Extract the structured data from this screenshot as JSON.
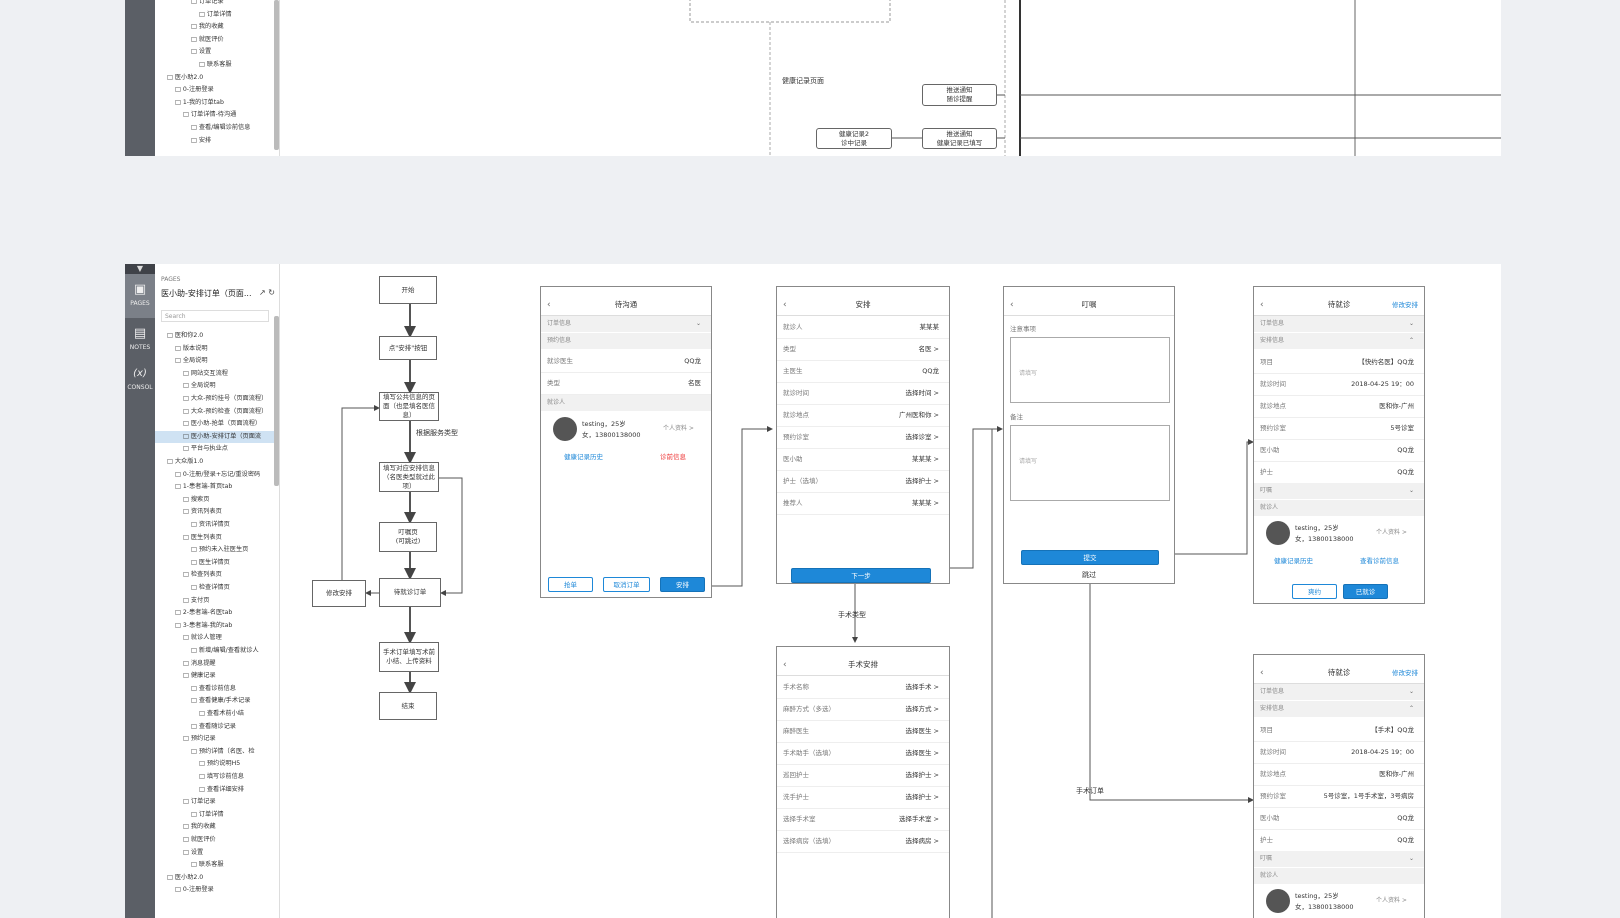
{
  "top_shot": {
    "tree_items": [
      {
        "label": "订单记录",
        "indent": 4
      },
      {
        "label": "订单详情",
        "indent": 5
      },
      {
        "label": "我的收藏",
        "indent": 4
      },
      {
        "label": "就医评价",
        "indent": 4
      },
      {
        "label": "设置",
        "indent": 4
      },
      {
        "label": "联系客服",
        "indent": 5
      },
      {
        "label": "医小助2.0",
        "indent": 1
      },
      {
        "label": "0-注册登录",
        "indent": 2
      },
      {
        "label": "1-我的订单tab",
        "indent": 2
      },
      {
        "label": "订单详情-待沟通",
        "indent": 3
      },
      {
        "label": "查看/编辑诊前信息",
        "indent": 4
      },
      {
        "label": "安排",
        "indent": 4
      }
    ],
    "canvas": {
      "page_label": "健康记录页面",
      "push1": "推送通知\n随诊提醒",
      "health2": "健康记录2\n诊中记录",
      "push2": "推送通知\n健康记录已填写"
    }
  },
  "rail": {
    "collapse_icon": "chevron-down-icon",
    "pages": "PAGES",
    "notes": "NOTES",
    "console": "CONSOL",
    "console_glyph": "(x)"
  },
  "tree": {
    "header": "PAGES",
    "title": "医小助-安排订单（页面...",
    "search_placeholder": "Search",
    "items": [
      {
        "label": "医和你2.0",
        "indent": 1,
        "sel": false
      },
      {
        "label": "版本说明",
        "indent": 2,
        "sel": false
      },
      {
        "label": "全局说明",
        "indent": 2,
        "sel": false
      },
      {
        "label": "网站交互流程",
        "indent": 3,
        "sel": false
      },
      {
        "label": "全局说明",
        "indent": 3,
        "sel": false
      },
      {
        "label": "大众-预约挂号（页面流程）",
        "indent": 3,
        "sel": false
      },
      {
        "label": "大众-预约检查（页面流程）",
        "indent": 3,
        "sel": false
      },
      {
        "label": "医小助-抢单（页面流程）",
        "indent": 3,
        "sel": false
      },
      {
        "label": "医小助-安排订单（页面流",
        "indent": 3,
        "sel": true
      },
      {
        "label": "平台与执业点",
        "indent": 3,
        "sel": false
      },
      {
        "label": "大众版1.0",
        "indent": 1,
        "sel": false
      },
      {
        "label": "0-注册/登录+忘记/重设密码",
        "indent": 2,
        "sel": false
      },
      {
        "label": "1-患者端-首页tab",
        "indent": 2,
        "sel": false
      },
      {
        "label": "搜索页",
        "indent": 3,
        "sel": false
      },
      {
        "label": "资讯列表页",
        "indent": 3,
        "sel": false
      },
      {
        "label": "资讯详情页",
        "indent": 4,
        "sel": false
      },
      {
        "label": "医生列表页",
        "indent": 3,
        "sel": false
      },
      {
        "label": "预约未入驻医生页",
        "indent": 4,
        "sel": false
      },
      {
        "label": "医生详情页",
        "indent": 4,
        "sel": false
      },
      {
        "label": "检查列表页",
        "indent": 3,
        "sel": false
      },
      {
        "label": "检查详情页",
        "indent": 4,
        "sel": false
      },
      {
        "label": "支付页",
        "indent": 3,
        "sel": false
      },
      {
        "label": "2-患者端-名医tab",
        "indent": 2,
        "sel": false
      },
      {
        "label": "3-患者端-我的tab",
        "indent": 2,
        "sel": false
      },
      {
        "label": "就诊人管理",
        "indent": 3,
        "sel": false
      },
      {
        "label": "新增/编辑/查看就诊人",
        "indent": 4,
        "sel": false
      },
      {
        "label": "消息提醒",
        "indent": 3,
        "sel": false
      },
      {
        "label": "健康记录",
        "indent": 3,
        "sel": false
      },
      {
        "label": "查看诊前信息",
        "indent": 4,
        "sel": false
      },
      {
        "label": "查看健康/手术记录",
        "indent": 4,
        "sel": false
      },
      {
        "label": "查看术前小结",
        "indent": 5,
        "sel": false
      },
      {
        "label": "查看随诊记录",
        "indent": 4,
        "sel": false
      },
      {
        "label": "预约记录",
        "indent": 3,
        "sel": false
      },
      {
        "label": "预约详情（名医、检",
        "indent": 4,
        "sel": false
      },
      {
        "label": "预约说明H5",
        "indent": 5,
        "sel": false
      },
      {
        "label": "填写诊前信息",
        "indent": 5,
        "sel": false
      },
      {
        "label": "查看详细安排",
        "indent": 5,
        "sel": false
      },
      {
        "label": "订单记录",
        "indent": 3,
        "sel": false
      },
      {
        "label": "订单详情",
        "indent": 4,
        "sel": false
      },
      {
        "label": "我的收藏",
        "indent": 3,
        "sel": false
      },
      {
        "label": "就医评价",
        "indent": 3,
        "sel": false
      },
      {
        "label": "设置",
        "indent": 3,
        "sel": false
      },
      {
        "label": "联系客服",
        "indent": 4,
        "sel": false
      },
      {
        "label": "医小助2.0",
        "indent": 1,
        "sel": false
      },
      {
        "label": "0-注册登录",
        "indent": 2,
        "sel": false
      }
    ]
  },
  "flow": {
    "start": "开始",
    "click_arrange": "点\"安排\"按钮",
    "fill_public": "填写公共信息的页面（也是填名医信息）",
    "by_service": "根据服务类型",
    "fill_specific": "填写对应安排信息（名医类型就过此项）",
    "advice_page": "叮嘱页\n(可跳过)",
    "waiting_order": "待就诊订单",
    "modify_arrange": "修改安排",
    "surgery_fill": "手术订单填写术前小结、上传资料",
    "end": "结束",
    "surgery_type": "手术类型",
    "surgery_order": "手术订单"
  },
  "phone_pending": {
    "title": "待沟通",
    "sec_order": "订单信息",
    "sec_appt": "预约信息",
    "rows": [
      {
        "k": "就诊医生",
        "v": "QQ龙"
      },
      {
        "k": "类型",
        "v": "名医"
      }
    ],
    "sec_patient": "就诊人",
    "patient_name": "testing，25岁",
    "patient_info": "女，13800138000",
    "patient_more": "个人资料 >",
    "link_history": "健康记录历史",
    "link_pre": "诊前信息",
    "btn_grab": "抢单",
    "btn_cancel": "取消订单",
    "btn_arrange": "安排"
  },
  "phone_arrange": {
    "title": "安排",
    "rows": [
      {
        "k": "就诊人",
        "v": "某某某"
      },
      {
        "k": "类型",
        "v": "名医 >"
      },
      {
        "k": "主医生",
        "v": "QQ龙"
      },
      {
        "k": "就诊时间",
        "v": "选择时间 >"
      },
      {
        "k": "就诊地点",
        "v": "广州医和你 >"
      },
      {
        "k": "预约诊室",
        "v": "选择诊室 >"
      },
      {
        "k": "医小助",
        "v": "某某某 >"
      },
      {
        "k": "护士（选填）",
        "v": "选择护士 >"
      },
      {
        "k": "推荐人",
        "v": "某某某 >"
      }
    ],
    "btn_next": "下一步"
  },
  "phone_advice": {
    "title": "叮嘱",
    "label_notes": "注意事项",
    "placeholder_notes": "请填写",
    "label_remark": "备注",
    "placeholder_remark": "请填写",
    "btn_submit": "提交",
    "skip": "跳过"
  },
  "phone_surgery": {
    "title": "手术安排",
    "rows": [
      {
        "k": "手术名称",
        "v": "选择手术 >"
      },
      {
        "k": "麻醉方式（多选）",
        "v": "选择方式 >"
      },
      {
        "k": "麻醉医生",
        "v": "选择医生 >"
      },
      {
        "k": "手术助手（选填）",
        "v": "选择医生 >"
      },
      {
        "k": "巡回护士",
        "v": "选择护士 >"
      },
      {
        "k": "洗手护士",
        "v": "选择护士 >"
      },
      {
        "k": "选择手术室",
        "v": "选择手术室 >"
      },
      {
        "k": "选择病房（选填）",
        "v": "选择病房 >"
      }
    ]
  },
  "phone_wait1": {
    "title": "待就诊",
    "action": "修改安排",
    "sec_order": "订单信息",
    "sec_arr": "安排信息",
    "rows": [
      {
        "k": "项目",
        "v": "【快约名医】QQ龙"
      },
      {
        "k": "就诊时间",
        "v": "2018-04-25 19：00"
      },
      {
        "k": "就诊地点",
        "v": "医和你-广州"
      },
      {
        "k": "预约诊室",
        "v": "5号诊室"
      },
      {
        "k": "医小助",
        "v": "QQ龙"
      },
      {
        "k": "护士",
        "v": "QQ龙"
      }
    ],
    "sec_advice": "叮嘱",
    "sec_patient": "就诊人",
    "patient_name": "testing，25岁",
    "patient_info": "女，13800138000",
    "patient_more": "个人资料 >",
    "link_history": "健康记录历史",
    "link_pre": "查看诊前信息",
    "btn_miss": "爽约",
    "btn_done": "已就诊"
  },
  "phone_wait2": {
    "title": "待就诊",
    "action": "修改安排",
    "sec_order": "订单信息",
    "sec_arr": "安排信息",
    "rows": [
      {
        "k": "项目",
        "v": "【手术】QQ龙"
      },
      {
        "k": "就诊时间",
        "v": "2018-04-25 19：00"
      },
      {
        "k": "就诊地点",
        "v": "医和你-广州"
      },
      {
        "k": "预约诊室",
        "v": "5号诊室，1号手术室，3号病房"
      },
      {
        "k": "医小助",
        "v": "QQ龙"
      },
      {
        "k": "护士",
        "v": "QQ龙"
      }
    ],
    "sec_advice": "叮嘱",
    "sec_patient": "就诊人",
    "patient_name": "testing，25岁",
    "patient_info": "女，13800138000",
    "patient_more": "个人资料 >"
  }
}
